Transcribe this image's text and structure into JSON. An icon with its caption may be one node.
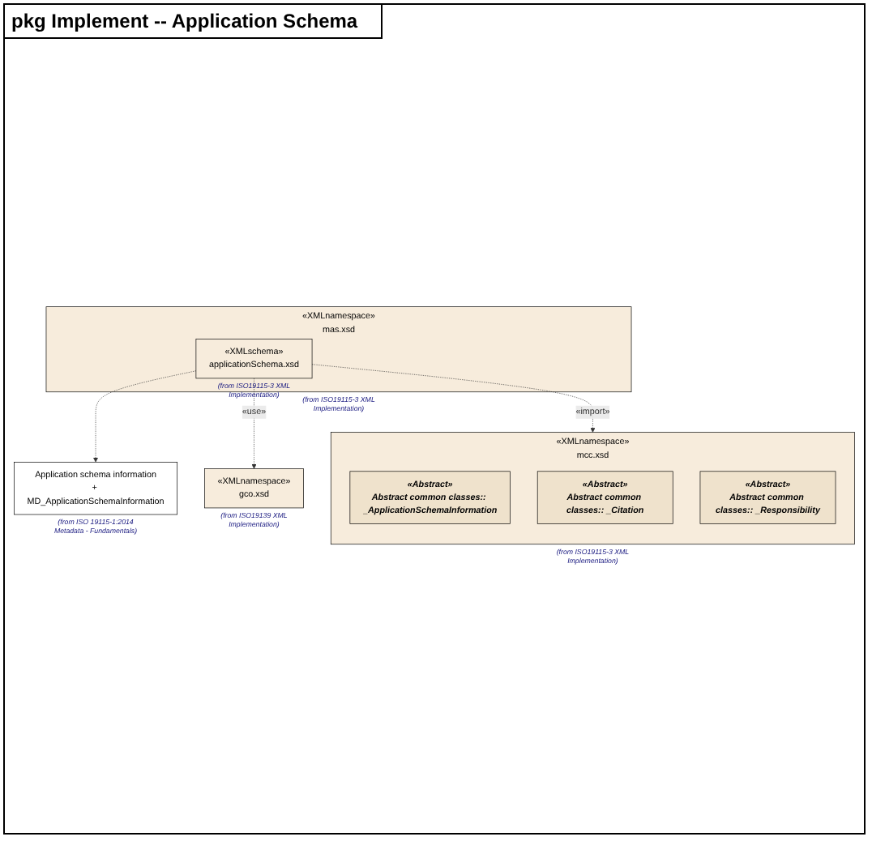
{
  "diagram": {
    "title": "pkg Implement -- Application Schema",
    "nodes": [
      {
        "text": [
          "Application schema information",
          "+ MD_ApplicationSchemaInformation"
        ],
        "beside": [
          "(from ISO 19115-1:2014 Metadata - Fundamentals)"
        ]
      },
      {
        "text": [
          "«XMLnamespace»",
          "mas.xsd"
        ],
        "beside": [
          "(from ISO19115-3 XML Implementation)"
        ]
      },
      {
        "text": [
          "«XMLschema»",
          "applicationSchema.xsd"
        ],
        "in": 1,
        "beside": [
          "(from ISO19115-3 XML Implementation)"
        ]
      },
      {
        "text": [
          "«XMLnamespace»",
          "mcc.xsd"
        ],
        "beside": [
          "(from ISO19115-3 XML Implementation)"
        ]
      },
      {
        "text": [
          "«Abstract»",
          "Abstract common classes:: _ApplicationSchemaInformation"
        ],
        "in": 3
      },
      {
        "text": [
          "«Abstract»",
          "Abstract common classes:: _Citation"
        ],
        "in": 3
      },
      {
        "text": [
          "«Abstract»",
          "Abstract common classes:: _Responsibility"
        ],
        "in": 3
      },
      {
        "text": [
          "«XMLnamespace»",
          "gco.xsd"
        ],
        "beside": [
          "(from ISO19139 XML Implementation)"
        ]
      }
    ],
    "edges": [
      {
        "from": 2,
        "to": 0,
        "arrow": "to",
        "style": "dashed"
      },
      {
        "from": 2,
        "to": 3,
        "label": "«import»",
        "arrow": "to",
        "style": "dashed"
      },
      {
        "from": 2,
        "to": 7,
        "label": "«use»",
        "arrow": "to",
        "style": "dashed"
      }
    ]
  }
}
